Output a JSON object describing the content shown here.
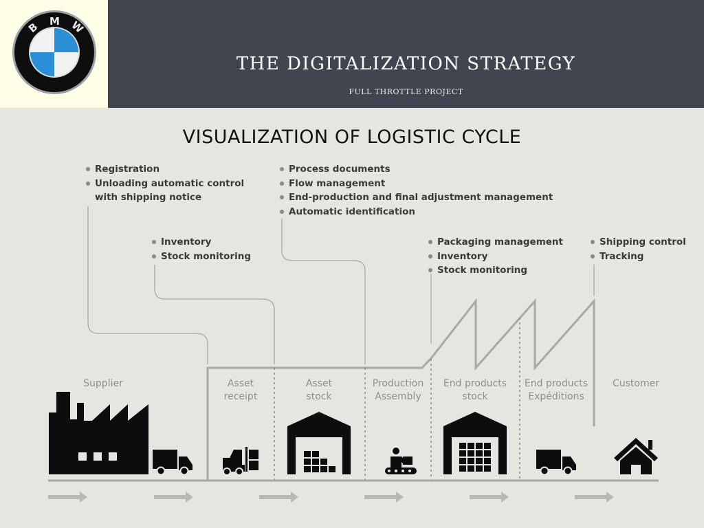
{
  "header": {
    "title": "THE DIGITALIZATION STRATEGY",
    "subtitle": "FULL THROTTLE PROJECT"
  },
  "logo": {
    "letters": [
      "B",
      "M",
      "W"
    ],
    "colors": {
      "blue": "#2a8fd6",
      "white": "#f2f2f2",
      "ring": "#101010"
    }
  },
  "page_heading": "VISUALIZATION OF LOGISTIC CYCLE",
  "notes": {
    "supplier_receipt": [
      "Registration",
      "Unloading automatic control",
      "with shipping notice"
    ],
    "inventory": [
      "Inventory",
      "Stock monitoring"
    ],
    "process": [
      "Process documents",
      "Flow management",
      "End-production and final adjustment management",
      "Automatic identification"
    ],
    "packaging": [
      "Packaging management",
      "Inventory",
      "Stock monitoring"
    ],
    "shipping": [
      "Shipping control",
      "Tracking"
    ]
  },
  "stages": [
    {
      "line1": "Supplier",
      "line2": ""
    },
    {
      "line1": "Asset",
      "line2": "receipt"
    },
    {
      "line1": "Asset",
      "line2": "stock"
    },
    {
      "line1": "Production",
      "line2": "Assembly"
    },
    {
      "line1": "End products",
      "line2": "stock"
    },
    {
      "line1": "End products",
      "line2": "Expéditions"
    },
    {
      "line1": "Customer",
      "line2": ""
    }
  ],
  "icons": [
    "factory-icon",
    "truck-icon",
    "forklift-icon",
    "warehouse-icon",
    "conveyor-worker-icon",
    "warehouse-full-icon",
    "truck-icon",
    "house-icon"
  ],
  "colors": {
    "header_bg": "#404550",
    "logo_bg": "#fefee6",
    "page_bg": "#e6e5df",
    "line": "#a8a8a8",
    "icon": "#0d0d0d"
  }
}
